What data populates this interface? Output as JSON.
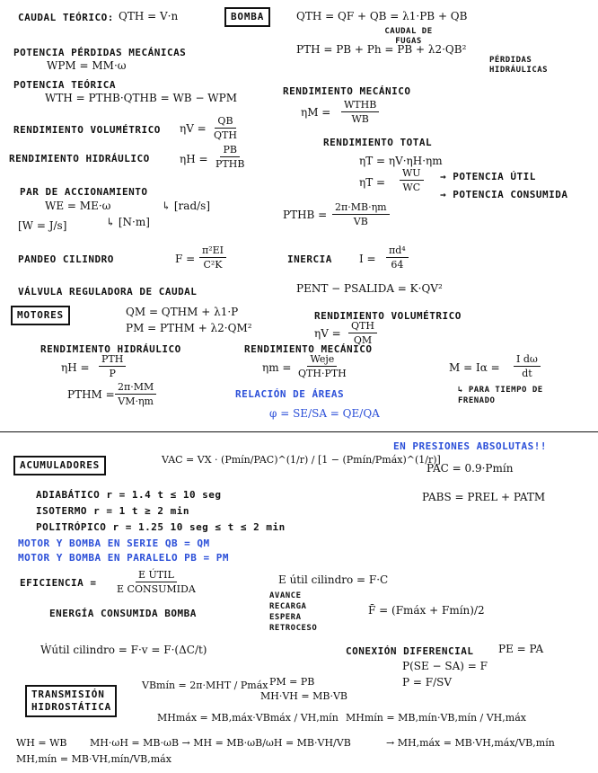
{
  "bomba": {
    "caudal_teorico_label": "CAUDAL TEÓRICO:",
    "caudal_teorico_formula": "QTH = V·n",
    "title": "BOMBA",
    "caudal_formula": "QTH = QF + QB = λ1·PB + QB",
    "caudal_fugas_label": "CAUDAL DE FUGAS",
    "potencia_formula": "PTH = PB + Ph = PB + λ2·QB²",
    "perdidas_label": "PÉRDIDAS HIDRÁULICAS",
    "potencia_perdidas_label": "POTENCIA PÉRDIDAS MECÁNICAS",
    "potencia_perdidas_formula": "WPM = MM·ω",
    "potencia_teorica_label": "POTENCIA TEÓRICA",
    "potencia_teorica_formula": "WTH = PTHB·QTHB = WB − WPM",
    "rend_mecanico_label": "RENDIMIENTO MECÁNICO",
    "rend_mecanico_lhs": "ηM =",
    "rend_mecanico_num": "WTHB",
    "rend_mecanico_den": "WB",
    "rend_vol_label": "RENDIMIENTO VOLUMÉTRICO",
    "rend_vol_lhs": "ηV =",
    "rend_vol_num": "QB",
    "rend_vol_den": "QTH",
    "rend_total_label": "RENDIMIENTO TOTAL",
    "rend_total_formula": "ηT = ηV·ηH·ηm",
    "rend_hid_label": "RENDIMIENTO HIDRÁULICO",
    "rend_hid_lhs": "ηH =",
    "rend_hid_num": "PB",
    "rend_hid_den": "PTHB",
    "rend_total2_lhs": "ηT =",
    "rend_total2_num": "WU",
    "rend_total2_den": "WC",
    "potencia_util": "→ POTENCIA ÚTIL",
    "potencia_consumida": "→ POTENCIA CONSUMIDA",
    "par_label": "PAR DE ACCIONAMIENTO",
    "par_formula": "WE = ME·ω",
    "par_unit1": "↳ [rad/s]",
    "par_unit2": "↳ [N·m]",
    "par_unit3": "[W = J/s]",
    "pthb_lhs": "PTHB =",
    "pthb_num": "2π·MB·ηm",
    "pthb_den": "VB",
    "pandeo_label": "PANDEO CILINDRO",
    "pandeo_lhs": "F =",
    "pandeo_num": "π²EI",
    "pandeo_den": "C²K",
    "inercia_label": "INERCIA",
    "inercia_lhs": "I =",
    "inercia_num": "πd⁴",
    "inercia_den": "64",
    "valvula_label": "VÁLVULA REGULADORA DE CAUDAL",
    "valvula_formula": "PENT − PSALIDA = K·QV²"
  },
  "motores": {
    "title": "MOTORES",
    "caudal_formula": "QM = QTHM + λ1·P",
    "potencia_formula": "PM = PTHM + λ2·QM²",
    "rend_vol_label": "RENDIMIENTO VOLUMÉTRICO",
    "rend_vol_lhs": "ηV =",
    "rend_vol_num": "QTH",
    "rend_vol_den": "QM",
    "rend_hid_label": "RENDIMIENTO HIDRÁULICO",
    "rend_hid_lhs": "ηH =",
    "rend_hid_num": "PTH",
    "rend_hid_den": "P",
    "rend_mec_label": "RENDIMIENTO MECÁNICO",
    "rend_mec_lhs": "ηm =",
    "rend_mec_num": "Weje",
    "rend_mec_den": "QTH·PTH",
    "momento_lhs": "M = Iα =",
    "momento_num": "I dω",
    "momento_den": "dt",
    "frenado_label": "↳ PARA TIEMPO DE FRENADO",
    "pthm_lhs": "PTHM =",
    "pthm_num": "2π·MM",
    "pthm_den": "VM·ηm",
    "relacion_label": "RELACIÓN DE ÁREAS",
    "relacion_formula": "φ = SE/SA = QE/QA"
  },
  "acumuladores": {
    "title": "ACUMULADORES",
    "vac_formula": "VAC = VX · (Pmín/PAC)^(1/r) / [1 − (Pmín/Pmáx)^(1/r)]",
    "absolutas_note": "EN PRESIONES ABSOLUTAS!!",
    "pac_formula": "PAC = 0.9·Pmín",
    "pabs_formula": "PABS = PREL + PATM",
    "adiabatico": "ADIABÁTICO  r = 1.4   t ≤ 10 seg",
    "isotermo": "ISOTERMO   r = 1   t ≥ 2 min",
    "politropico": "POLITRÓPICO  r = 1.25   10 seg ≤ t ≤ 2 min",
    "serie_note": "MOTOR Y BOMBA EN SERIE  QB = QM",
    "paralelo_note": "MOTOR Y BOMBA EN PARALELO  PB = PM"
  },
  "eficiencia": {
    "lhs": "EFICIENCIA =",
    "num": "E ÚTIL",
    "den": "E CONSUMIDA",
    "eutil_cilindro": "E útil cilindro = F·C",
    "energia_label": "ENERGÍA CONSUMIDA BOMBA",
    "options": [
      "AVANCE",
      "RECARGA",
      "ESPERA",
      "RETROCESO"
    ],
    "media_formula": "F̄ = (Fmáx + Fmín)/2",
    "watil_formula": "Ẇútil cilindro = F·v = F·(ΔC/t)",
    "conexion_label": "CONEXIÓN DIFERENCIAL",
    "conexion_eq1": "PE = PA",
    "conexion_eq2": "P(SE − SA) = F",
    "conexion_eq3": "P = F/SV"
  },
  "transmision": {
    "title": "TRANSMISIÓN HIDROSTÁTICA",
    "vbmin_formula": "VBmín = 2π·MHT / Pmáx",
    "pm_pb": "PM = PB",
    "mh_vh": "MH·VH = MB·VB",
    "mhmax_formula": "MHmáx = MB,máx·VBmáx / VH,mín",
    "mhmin_formula": "MHmín = MB,mín·VB,mín / VH,máx",
    "wh_wb": "WH = WB",
    "rel_formula": "MH·ωH = MB·ωB → MH = MB·ωB/ωH = MB·VH/VB",
    "mhmax2": "→ MH,máx = MB·VH,máx/VB,mín",
    "mhmin2": "MH,mín = MB·VH,mín/VB,máx"
  }
}
